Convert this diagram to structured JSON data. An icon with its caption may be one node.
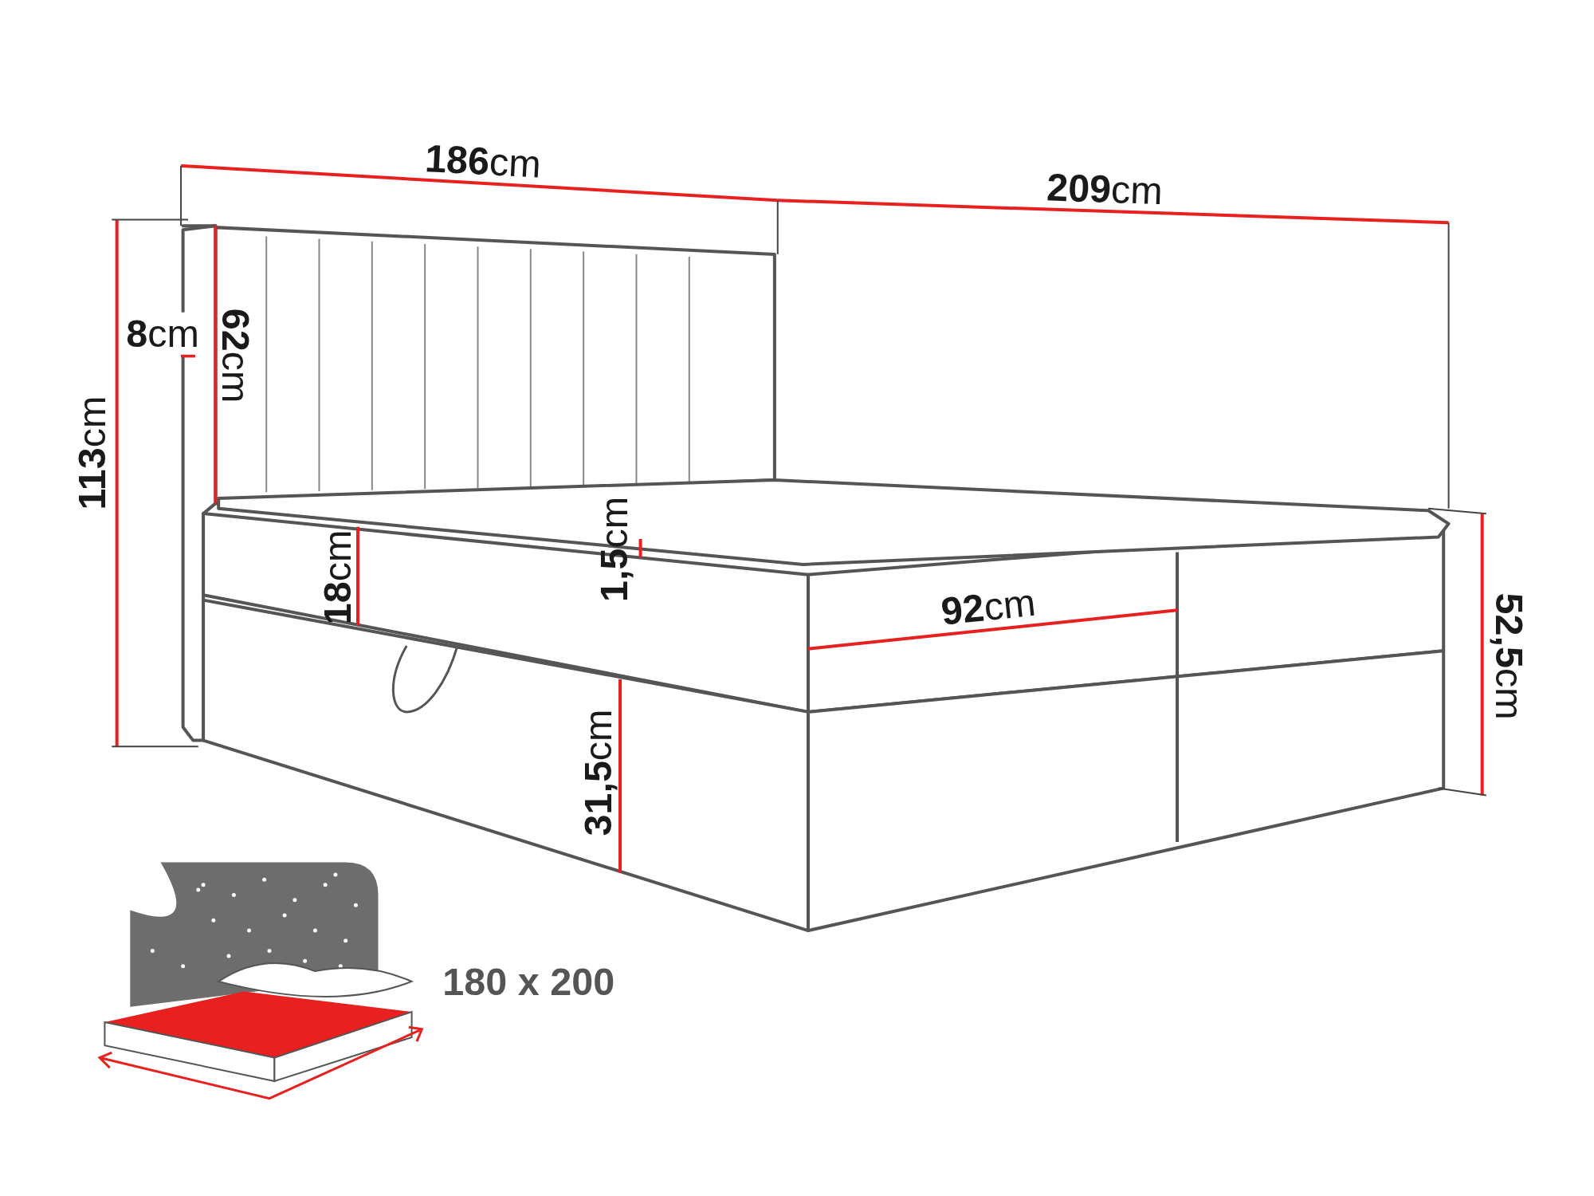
{
  "diagram": {
    "labels": [
      "**186**cm",
      "**209**cm",
      "**8**cm",
      "**62**cm",
      "**113**cm",
      "**18**cm",
      "**1,5**cm",
      "**92**cm",
      "**52,5**cm",
      "**31,5**cm",
      "180 x 200"
    ]
  }
}
